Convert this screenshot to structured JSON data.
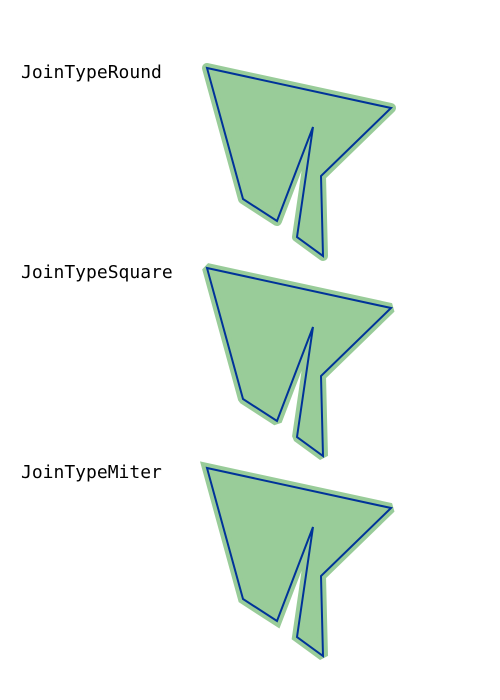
{
  "examples": [
    {
      "label": "JoinTypeRound",
      "join": "round"
    },
    {
      "label": "JoinTypeSquare",
      "join": "square"
    },
    {
      "label": "JoinTypeMiter",
      "join": "miter"
    }
  ],
  "colors": {
    "offset_fill": "#99cc99",
    "outline_stroke": "#003399",
    "label_text": "#000000",
    "background": "#ffffff"
  }
}
